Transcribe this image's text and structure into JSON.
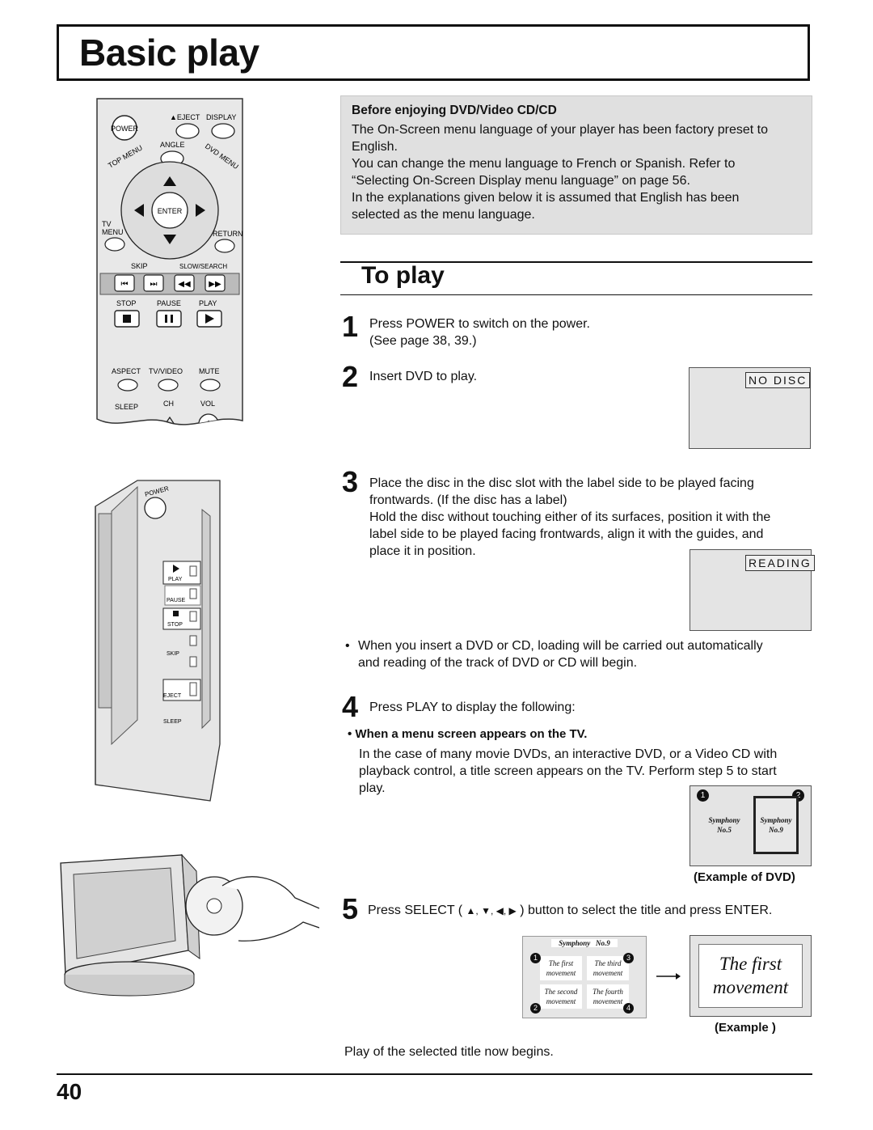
{
  "page": {
    "title": "Basic play",
    "page_number": "40"
  },
  "before": {
    "heading": "Before enjoying DVD/Video CD/CD",
    "lines": [
      "The On-Screen menu language of your player has been factory preset to",
      "English.",
      "You can change the menu language to French or Spanish. Refer to",
      "“Selecting On-Screen Display menu language” on page 56.",
      "In the explanations given below it is assumed that English has been",
      "selected as the menu language."
    ]
  },
  "to_play": {
    "heading": "To play",
    "steps": {
      "s1": {
        "num": "1",
        "line1": "Press POWER to switch on the power.",
        "line2": "(See page 38, 39.)"
      },
      "s2": {
        "num": "2",
        "text": "Insert DVD to play.",
        "screen": "NO DISC"
      },
      "s3": {
        "num": "3",
        "lines": [
          "Place the disc in the disc slot with the label side to be played facing",
          "frontwards. (If the disc has a label)",
          "Hold the disc without touching either of its surfaces, position it with the",
          "label side to be played facing frontwards, align it with the guides, and",
          "place it in position."
        ],
        "screen": "READING"
      },
      "bullet": {
        "lines": [
          "When you insert a DVD or CD, loading will be carried out automatically",
          "and reading of the track of DVD or CD will begin."
        ]
      },
      "s4": {
        "num": "4",
        "text": "Press PLAY to display the following:",
        "subhead": "When a menu screen appears on the TV.",
        "lines": [
          "In the case of many movie DVDs, an interactive DVD, or a Video CD with",
          "playback control, a title screen appears on the TV. Perform step 5 to start",
          "play."
        ],
        "dvd_example": {
          "caption": "(Example of DVD)",
          "badge1": "1",
          "badge2": "2",
          "item1": [
            "Symphony",
            "No.5"
          ],
          "item2": [
            "Symphony",
            "No.9"
          ]
        }
      },
      "s5": {
        "num": "5",
        "text_a": "Press SELECT (",
        "text_b": ") button to select the title and press ENTER.",
        "menu": {
          "header": "Symphony   No.9",
          "cells": [
            [
              "The first",
              "movement"
            ],
            [
              "The third",
              "movement"
            ],
            [
              "The second",
              "movement"
            ],
            [
              "The fourth",
              "movement"
            ]
          ],
          "badges": [
            "1",
            "3",
            "2",
            "4"
          ]
        },
        "result": [
          "The first",
          "movement"
        ],
        "caption": "Example",
        "final": "Play of the selected title now begins."
      }
    }
  },
  "remote": {
    "power": "POWER",
    "eject": "▲EJECT",
    "display": "DISPLAY",
    "angle": "ANGLE",
    "top_menu": "TOP MENU",
    "dvd_menu": "DVD MENU",
    "enter": "ENTER",
    "tv_menu_1": "TV",
    "tv_menu_2": "MENU",
    "return": "RETURN",
    "skip": "SKIP",
    "slow_search": "SLOW/SEARCH",
    "stop": "STOP",
    "pause": "PAUSE",
    "play": "PLAY",
    "aspect": "ASPECT",
    "tv_video": "TV/VIDEO",
    "mute": "MUTE",
    "sleep": "SLEEP",
    "ch": "CH",
    "vol": "VOL"
  },
  "tv_panel": {
    "power": "POWER",
    "play": "PLAY",
    "pause": "PAUSE",
    "stop": "STOP",
    "skip": "SKIP",
    "eject": "EJECT",
    "sleep": "SLEEP"
  }
}
